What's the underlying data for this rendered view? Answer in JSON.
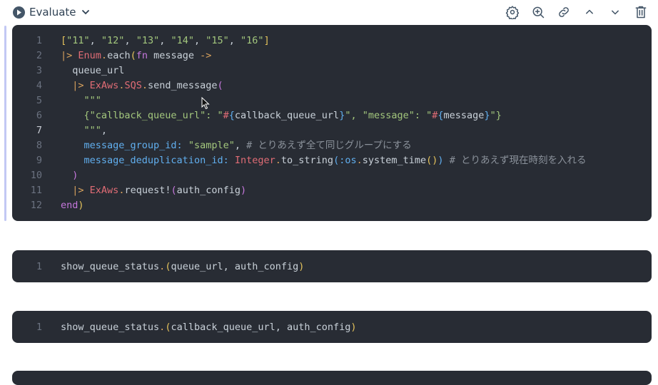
{
  "toolbar": {
    "evaluate_label": "Evaluate",
    "actions": [
      {
        "name": "settings",
        "icon": "gear-icon"
      },
      {
        "name": "zoom-in",
        "icon": "zoom-in-icon"
      },
      {
        "name": "link",
        "icon": "link-icon"
      },
      {
        "name": "move-up",
        "icon": "chevron-up-icon"
      },
      {
        "name": "move-down",
        "icon": "chevron-down-icon"
      },
      {
        "name": "delete",
        "icon": "trash-icon"
      }
    ]
  },
  "cells": [
    {
      "lines": [
        {
          "n": "1",
          "active": false,
          "tokens": [
            [
              "c-bracket-y",
              "["
            ],
            [
              "c-str",
              "\"11\""
            ],
            [
              "c-punct",
              ", "
            ],
            [
              "c-str",
              "\"12\""
            ],
            [
              "c-punct",
              ", "
            ],
            [
              "c-str",
              "\"13\""
            ],
            [
              "c-punct",
              ", "
            ],
            [
              "c-str",
              "\"14\""
            ],
            [
              "c-punct",
              ", "
            ],
            [
              "c-str",
              "\"15\""
            ],
            [
              "c-punct",
              ", "
            ],
            [
              "c-str",
              "\"16\""
            ],
            [
              "c-bracket-y",
              "]"
            ]
          ]
        },
        {
          "n": "2",
          "active": false,
          "tokens": [
            [
              "c-pipe",
              "|>"
            ],
            [
              "code",
              " "
            ],
            [
              "c-mod",
              "Enum"
            ],
            [
              "c-dot-o",
              "."
            ],
            [
              "code",
              "each"
            ],
            [
              "c-bracket-y",
              "("
            ],
            [
              "c-kw",
              "fn"
            ],
            [
              "code",
              " message "
            ],
            [
              "c-pipe",
              "->"
            ]
          ]
        },
        {
          "n": "3",
          "active": false,
          "tokens": [
            [
              "code",
              "  queue_url"
            ]
          ]
        },
        {
          "n": "4",
          "active": false,
          "tokens": [
            [
              "code",
              "  "
            ],
            [
              "c-pipe",
              "|>"
            ],
            [
              "code",
              " "
            ],
            [
              "c-mod",
              "ExAws"
            ],
            [
              "c-dot-o",
              "."
            ],
            [
              "c-mod",
              "SQS"
            ],
            [
              "c-dot-o",
              "."
            ],
            [
              "code",
              "send_message"
            ],
            [
              "c-paren-p",
              "("
            ]
          ]
        },
        {
          "n": "5",
          "active": false,
          "tokens": [
            [
              "code",
              "    "
            ],
            [
              "c-str",
              "\"\"\""
            ]
          ]
        },
        {
          "n": "6",
          "active": false,
          "tokens": [
            [
              "code",
              "    "
            ],
            [
              "c-str",
              "{\"callback_queue_url\": \""
            ],
            [
              "c-interp",
              "#"
            ],
            [
              "c-brace-b",
              "{"
            ],
            [
              "code",
              "callback_queue_url"
            ],
            [
              "c-brace-b",
              "}"
            ],
            [
              "c-str",
              "\", \"message\": \""
            ],
            [
              "c-interp",
              "#"
            ],
            [
              "c-brace-b",
              "{"
            ],
            [
              "code",
              "message"
            ],
            [
              "c-brace-b",
              "}"
            ],
            [
              "c-str",
              "\"}"
            ]
          ]
        },
        {
          "n": "7",
          "active": true,
          "tokens": [
            [
              "code",
              "    "
            ],
            [
              "c-str",
              "\"\"\""
            ],
            [
              "c-punct",
              ","
            ]
          ]
        },
        {
          "n": "8",
          "active": false,
          "tokens": [
            [
              "code",
              "    "
            ],
            [
              "c-key",
              "message_group_id:"
            ],
            [
              "code",
              " "
            ],
            [
              "c-str",
              "\"sample\""
            ],
            [
              "c-punct",
              ", "
            ],
            [
              "c-comment",
              "# とりあえず全て同じグループにする"
            ]
          ]
        },
        {
          "n": "9",
          "active": false,
          "tokens": [
            [
              "code",
              "    "
            ],
            [
              "c-key",
              "message_deduplication_id:"
            ],
            [
              "code",
              " "
            ],
            [
              "c-mod",
              "Integer"
            ],
            [
              "c-dot-o",
              "."
            ],
            [
              "code",
              "to_string"
            ],
            [
              "c-brace-b",
              "("
            ],
            [
              "c-atom",
              ":os"
            ],
            [
              "c-dot-o",
              "."
            ],
            [
              "code",
              "system_time"
            ],
            [
              "c-bracket-y",
              "()"
            ],
            [
              "c-brace-b",
              ")"
            ],
            [
              "code",
              " "
            ],
            [
              "c-comment",
              "# とりあえず現在時刻を入れる"
            ]
          ]
        },
        {
          "n": "10",
          "active": false,
          "tokens": [
            [
              "code",
              "  "
            ],
            [
              "c-paren-p",
              ")"
            ]
          ]
        },
        {
          "n": "11",
          "active": false,
          "tokens": [
            [
              "code",
              "  "
            ],
            [
              "c-pipe",
              "|>"
            ],
            [
              "code",
              " "
            ],
            [
              "c-mod",
              "ExAws"
            ],
            [
              "c-dot-o",
              "."
            ],
            [
              "code",
              "request!"
            ],
            [
              "c-paren-p",
              "("
            ],
            [
              "code",
              "auth_config"
            ],
            [
              "c-paren-p",
              ")"
            ]
          ]
        },
        {
          "n": "12",
          "active": false,
          "tokens": [
            [
              "c-kw",
              "end"
            ],
            [
              "c-bracket-y",
              ")"
            ]
          ]
        }
      ]
    },
    {
      "lines": [
        {
          "n": "1",
          "active": false,
          "tokens": [
            [
              "code",
              "show_queue_status"
            ],
            [
              "c-dot-o",
              "."
            ],
            [
              "c-bracket-y",
              "("
            ],
            [
              "code",
              "queue_url, auth_config"
            ],
            [
              "c-bracket-y",
              ")"
            ]
          ]
        }
      ]
    },
    {
      "lines": [
        {
          "n": "1",
          "active": false,
          "tokens": [
            [
              "code",
              "show_queue_status"
            ],
            [
              "c-dot-o",
              "."
            ],
            [
              "c-bracket-y",
              "("
            ],
            [
              "code",
              "callback_queue_url, auth_config"
            ],
            [
              "c-bracket-y",
              ")"
            ]
          ]
        }
      ]
    }
  ]
}
